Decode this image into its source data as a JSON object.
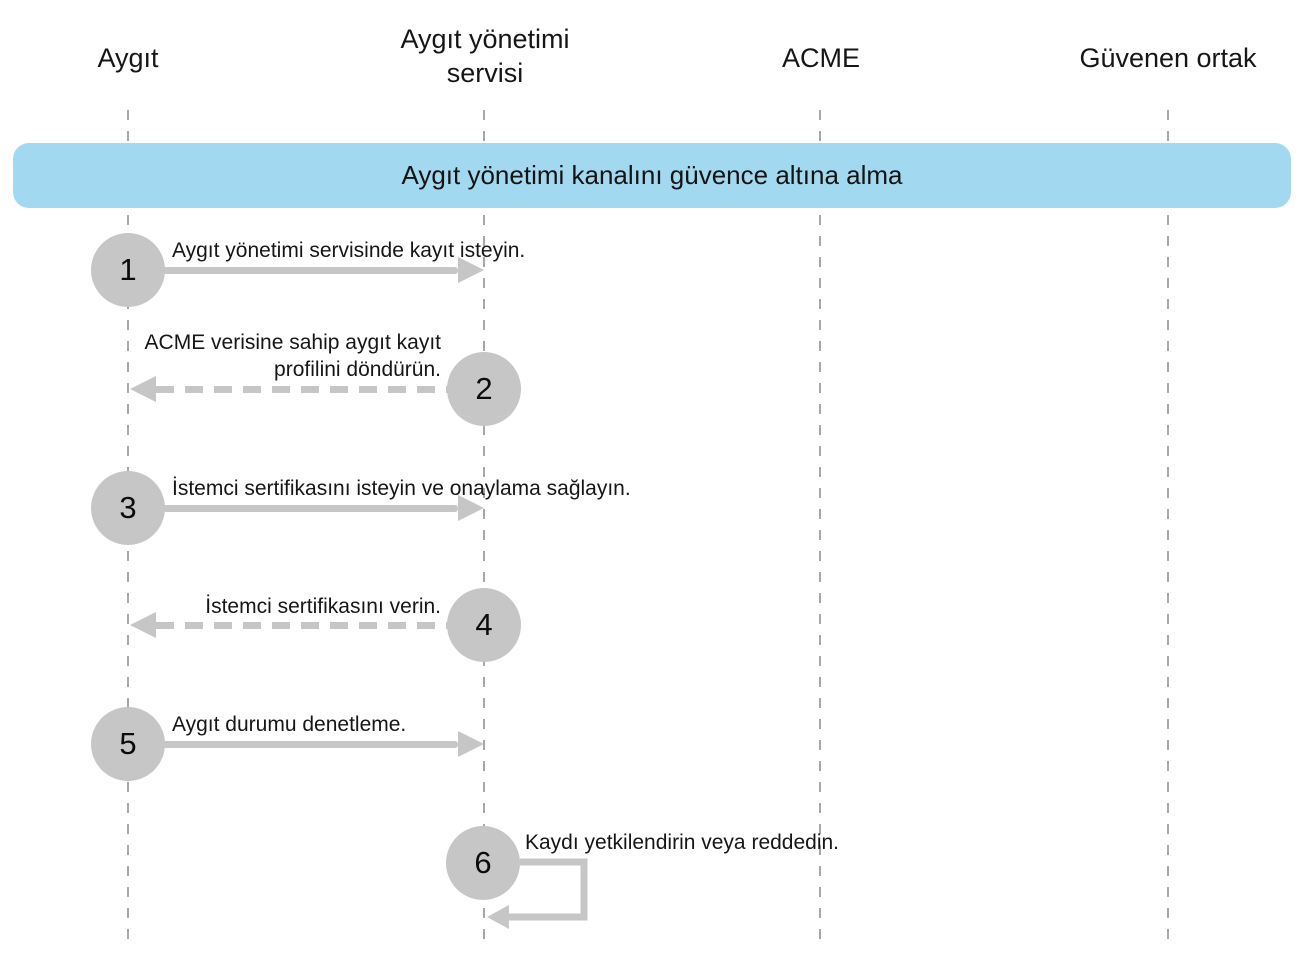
{
  "diagram": {
    "banner": {
      "label": "Aygıt yönetimi kanalını güvence altına alma"
    },
    "lifelines": [
      {
        "label": "Aygıt"
      },
      {
        "label": "Aygıt yönetimi servisi"
      },
      {
        "label": "ACME"
      },
      {
        "label": "Güvenen ortak"
      }
    ],
    "steps": [
      {
        "number": "1",
        "label": "Aygıt yönetimi servisinde kayıt isteyin.",
        "from": "Aygıt",
        "to": "Aygıt yönetimi servisi",
        "arrow_style": "solid-right"
      },
      {
        "number": "2",
        "label": "ACME verisine sahip aygıt kayıt profilini döndürün.",
        "from": "Aygıt yönetimi servisi",
        "to": "Aygıt",
        "arrow_style": "dashed-left"
      },
      {
        "number": "3",
        "label": "İstemci sertifikasını isteyin ve onaylama sağlayın.",
        "from": "Aygıt",
        "to": "Aygıt yönetimi servisi",
        "arrow_style": "solid-right"
      },
      {
        "number": "4",
        "label": "İstemci sertifikasını verin.",
        "from": "Aygıt yönetimi servisi",
        "to": "Aygıt",
        "arrow_style": "dashed-left"
      },
      {
        "number": "5",
        "label": "Aygıt durumu denetleme.",
        "from": "Aygıt",
        "to": "Aygıt yönetimi servisi",
        "arrow_style": "solid-right"
      },
      {
        "number": "6",
        "label": "Kaydı yetkilendirin veya reddedin.",
        "from": "Aygıt yönetimi servisi",
        "to": "Aygıt yönetimi servisi",
        "arrow_style": "self-loop"
      }
    ],
    "colors": {
      "banner_bg": "#a3d9f0",
      "step_circle": "#c6c6c6",
      "arrow": "#c6c6c6",
      "lifeline": "#a8a8a8",
      "text": "#161616"
    }
  }
}
